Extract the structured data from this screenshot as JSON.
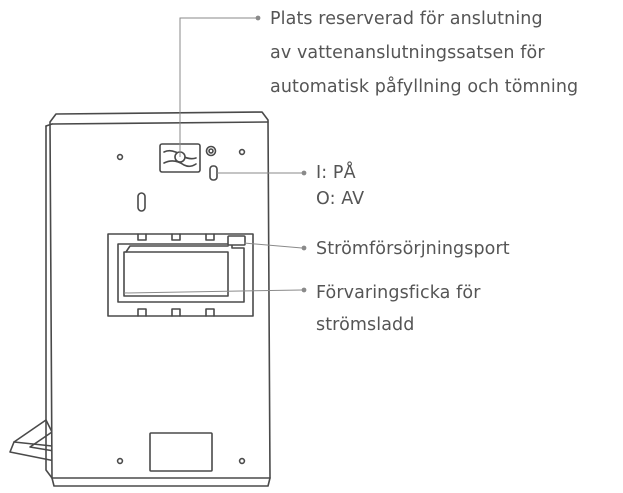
{
  "callouts": {
    "water_kit": {
      "line1": "Plats reserverad för anslutning",
      "line2": "av vattenanslutningssatsen för",
      "line3": "automatisk påfyllning och tömning"
    },
    "power_switch": {
      "line1": "I: PÅ",
      "line2": "O: AV"
    },
    "power_port": {
      "line1": "Strömförsörjningsport"
    },
    "cord_storage": {
      "line1": "Förvaringsficka för",
      "line2": "strömsladd"
    }
  },
  "colors": {
    "outline": "#4a4a4a",
    "leader": "#8a8a8a",
    "text": "#555555",
    "background": "#ffffff"
  }
}
